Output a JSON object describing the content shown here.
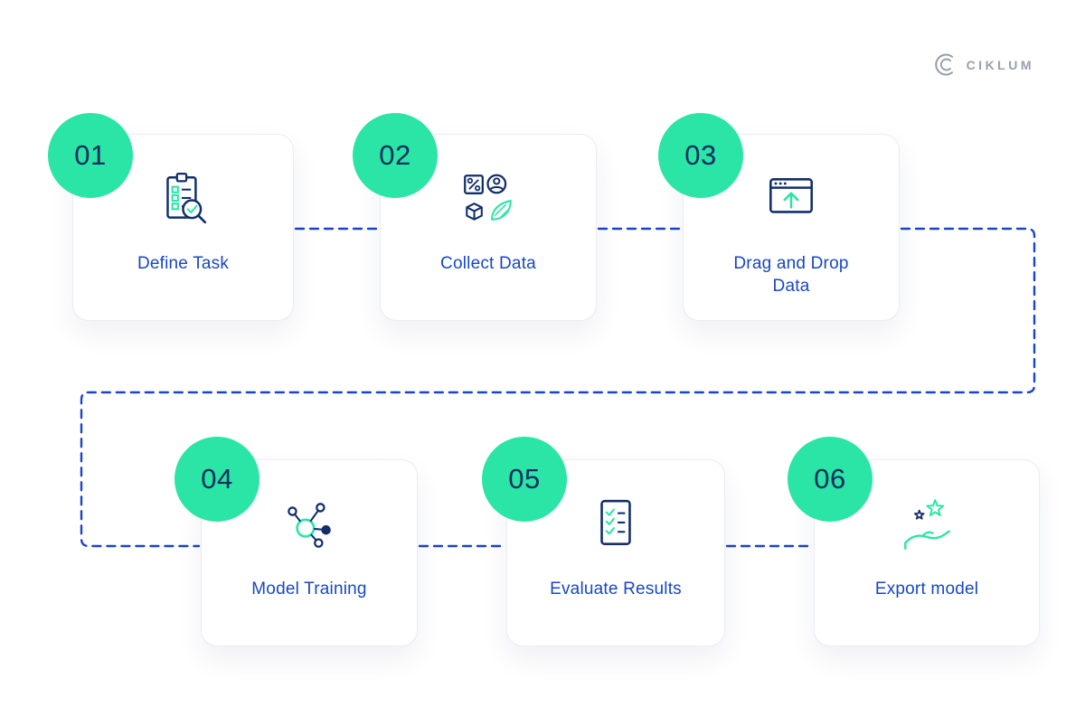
{
  "logo": {
    "text": "CIKLUM"
  },
  "colors": {
    "accent_green": "#2ae5a5",
    "badge_text_navy": "#0b2d5f",
    "label_blue": "#1847c6",
    "connector_blue": "#1b44c8",
    "icon_navy": "#132f6b",
    "logo_gray": "#98a0ab",
    "card_border": "#ececf2",
    "background": "#ffffff"
  },
  "steps": [
    {
      "number": "01",
      "label": "Define Task",
      "icon": "clipboard-checklist-magnifier-icon"
    },
    {
      "number": "02",
      "label": "Collect Data",
      "icon": "data-sources-icon"
    },
    {
      "number": "03",
      "label": "Drag and Drop Data",
      "icon": "browser-upload-icon"
    },
    {
      "number": "04",
      "label": "Model Training",
      "icon": "network-nodes-icon"
    },
    {
      "number": "05",
      "label": "Evaluate Results",
      "icon": "document-checklist-icon"
    },
    {
      "number": "06",
      "label": "Export model",
      "icon": "hand-stars-icon"
    }
  ]
}
